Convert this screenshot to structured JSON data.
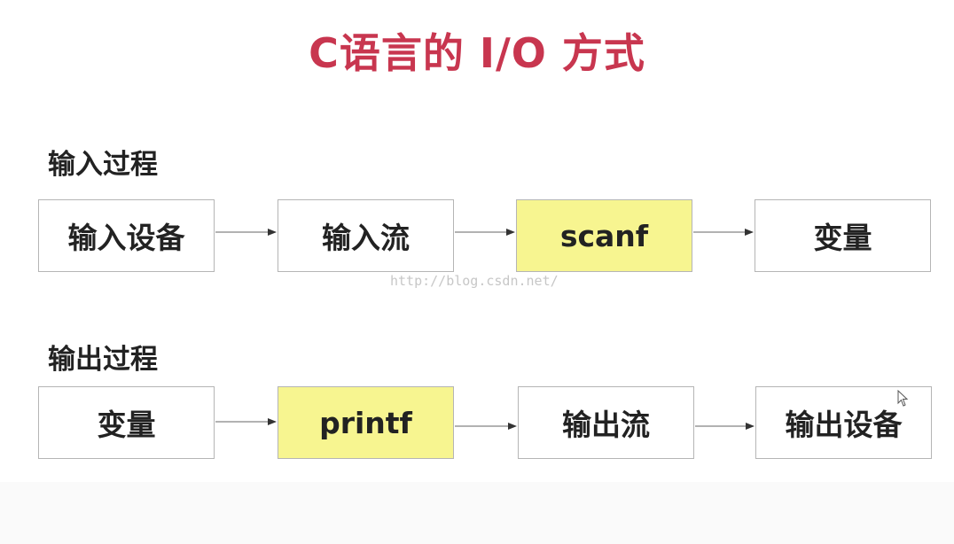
{
  "title": "C语言的 I/O 方式",
  "input_section": {
    "label": "输入过程",
    "boxes": [
      {
        "label": "输入设备",
        "highlight": false
      },
      {
        "label": "输入流",
        "highlight": false
      },
      {
        "label": "scanf",
        "highlight": true
      },
      {
        "label": "变量",
        "highlight": false
      }
    ]
  },
  "output_section": {
    "label": "输出过程",
    "boxes": [
      {
        "label": "变量",
        "highlight": false
      },
      {
        "label": "printf",
        "highlight": true
      },
      {
        "label": "输出流",
        "highlight": false
      },
      {
        "label": "输出设备",
        "highlight": false
      }
    ]
  },
  "watermark": "http://blog.csdn.net/",
  "colors": {
    "title": "#c8364f",
    "highlight": "#f7f590",
    "border": "#b5b5b5",
    "arrow": "#333333"
  },
  "icons": {
    "cursor": "mouse-pointer-icon"
  }
}
